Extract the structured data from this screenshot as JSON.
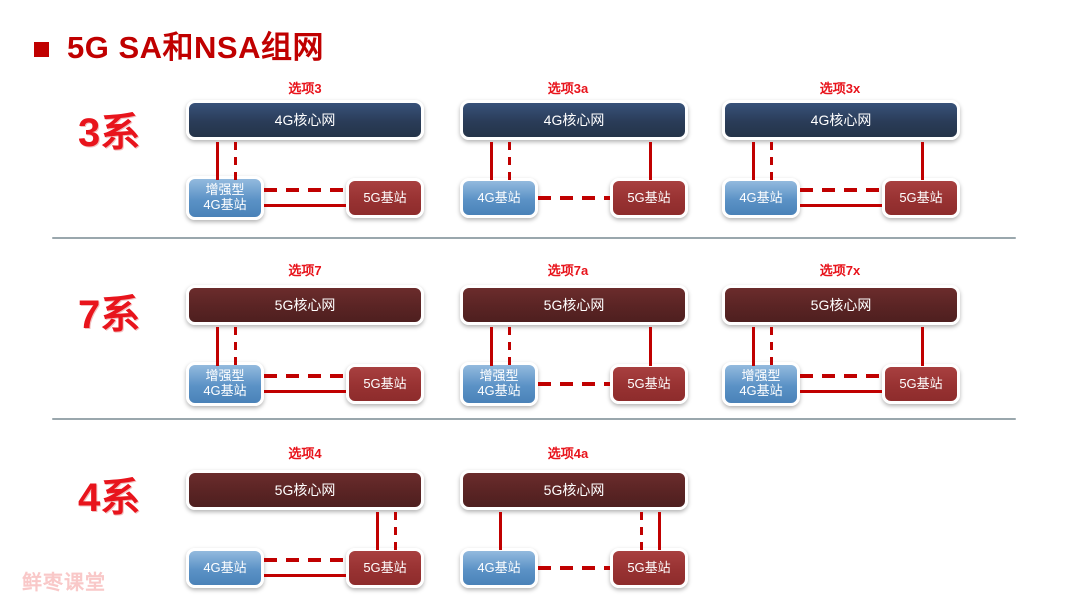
{
  "slide": {
    "title": "5G SA和NSA组网",
    "bullet_color": "#c00000",
    "accent_color": "#e8141c",
    "watermark": "鲜枣课堂",
    "background": "#ffffff"
  },
  "palette": {
    "core_4g": "#2a3c58",
    "core_5g": "#5a2424",
    "bs_4g": "#5b92c6",
    "bs_5g": "#983232",
    "connector": "#c00000",
    "divider": "#9aa7ad"
  },
  "rows": [
    {
      "label": "3系",
      "core_label": "4G核心网",
      "core_type": "core4g",
      "options": [
        {
          "caption": "选项3",
          "left_node": {
            "label": "增强型\n4G基站",
            "type": "bs4g"
          },
          "right_node": {
            "label": "5G基站",
            "type": "bs5g"
          },
          "left_to_core": [
            "solid",
            "dashed"
          ],
          "right_to_core": [],
          "between": [
            "dashed",
            "solid"
          ]
        },
        {
          "caption": "选项3a",
          "left_node": {
            "label": "4G基站",
            "type": "bs4g"
          },
          "right_node": {
            "label": "5G基站",
            "type": "bs5g"
          },
          "left_to_core": [
            "solid",
            "dashed"
          ],
          "right_to_core": [
            "solid"
          ],
          "between": [
            "dashed"
          ]
        },
        {
          "caption": "选项3x",
          "left_node": {
            "label": "4G基站",
            "type": "bs4g"
          },
          "right_node": {
            "label": "5G基站",
            "type": "bs5g"
          },
          "left_to_core": [
            "solid",
            "dashed"
          ],
          "right_to_core": [
            "solid"
          ],
          "between": [
            "dashed",
            "solid"
          ]
        }
      ]
    },
    {
      "label": "7系",
      "core_label": "5G核心网",
      "core_type": "core5g",
      "options": [
        {
          "caption": "选项7",
          "left_node": {
            "label": "增强型\n4G基站",
            "type": "bs4g"
          },
          "right_node": {
            "label": "5G基站",
            "type": "bs5g"
          },
          "left_to_core": [
            "solid",
            "dashed"
          ],
          "right_to_core": [],
          "between": [
            "dashed",
            "solid"
          ]
        },
        {
          "caption": "选项7a",
          "left_node": {
            "label": "增强型\n4G基站",
            "type": "bs4g"
          },
          "right_node": {
            "label": "5G基站",
            "type": "bs5g"
          },
          "left_to_core": [
            "solid",
            "dashed"
          ],
          "right_to_core": [
            "solid"
          ],
          "between": [
            "dashed"
          ]
        },
        {
          "caption": "选项7x",
          "left_node": {
            "label": "增强型\n4G基站",
            "type": "bs4g"
          },
          "right_node": {
            "label": "5G基站",
            "type": "bs5g"
          },
          "left_to_core": [
            "solid",
            "dashed"
          ],
          "right_to_core": [
            "solid"
          ],
          "between": [
            "dashed",
            "solid"
          ]
        }
      ]
    },
    {
      "label": "4系",
      "core_label": "5G核心网",
      "core_type": "core5g",
      "options": [
        {
          "caption": "选项4",
          "left_node": {
            "label": "4G基站",
            "type": "bs4g"
          },
          "right_node": {
            "label": "5G基站",
            "type": "bs5g"
          },
          "left_to_core": [],
          "right_to_core": [
            "solid",
            "dashed"
          ],
          "between": [
            "dashed",
            "solid"
          ]
        },
        {
          "caption": "选项4a",
          "left_node": {
            "label": "4G基站",
            "type": "bs4g"
          },
          "right_node": {
            "label": "5G基站",
            "type": "bs5g"
          },
          "left_to_core": [
            "solid"
          ],
          "right_to_core": [
            "dashed",
            "solid"
          ],
          "between": [
            "dashed"
          ]
        }
      ]
    }
  ]
}
